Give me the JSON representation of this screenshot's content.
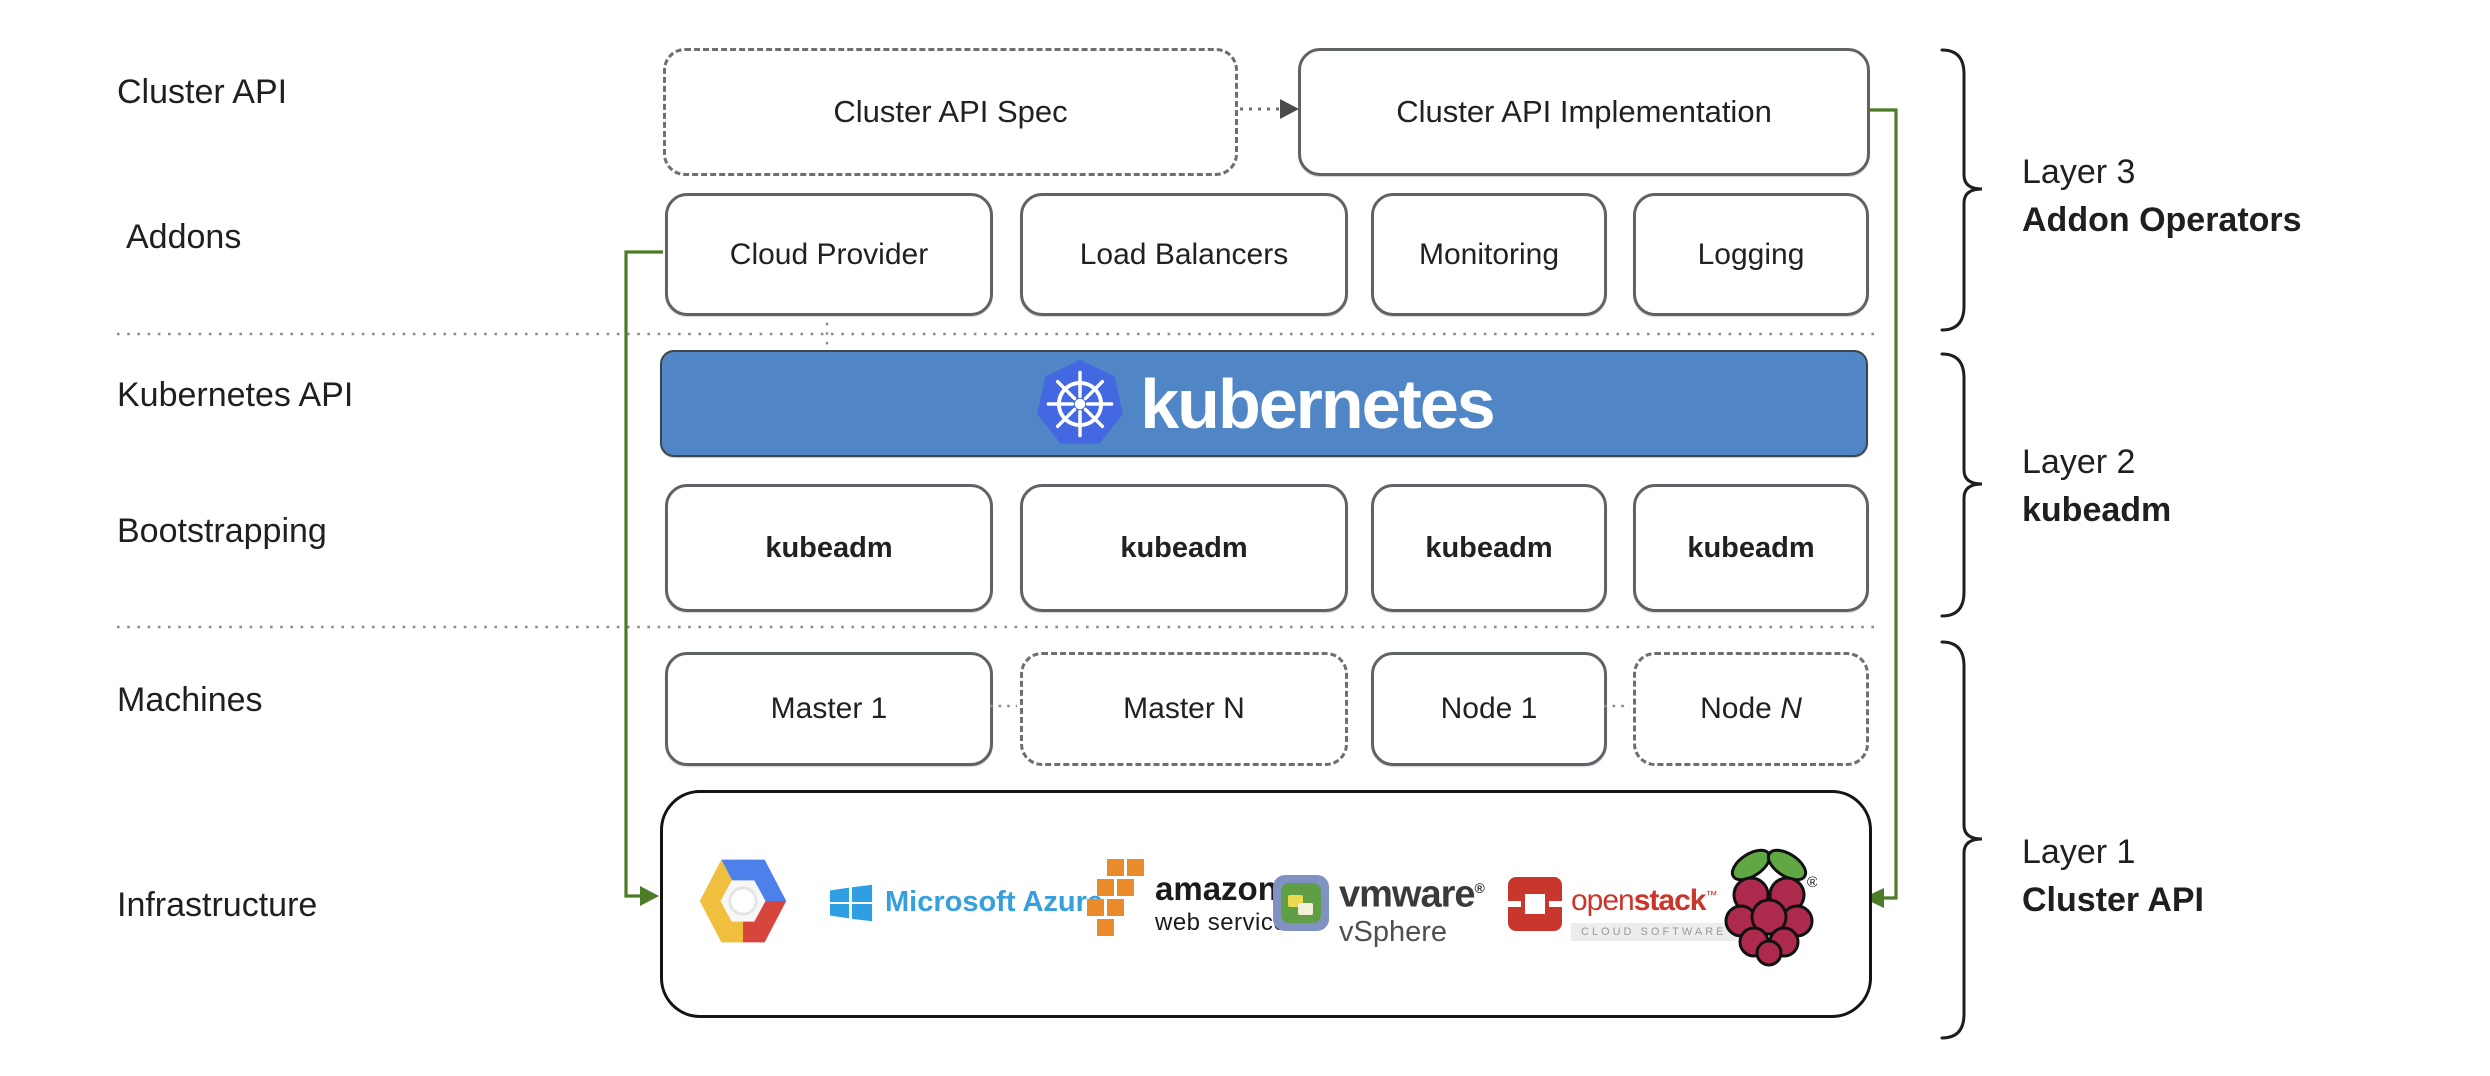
{
  "left_labels": [
    "Cluster API",
    "Addons",
    "Kubernetes API",
    "Bootstrapping",
    "Machines",
    "Infrastructure"
  ],
  "cluster_api_row": {
    "spec_label": "Cluster API Spec",
    "implementation_label": "Cluster API Implementation"
  },
  "addons": [
    "Cloud Provider",
    "Load Balancers",
    "Monitoring",
    "Logging"
  ],
  "banner": {
    "text": "kubernetes",
    "logo": "kubernetes-wheel-icon"
  },
  "kubeadm_label": "kubeadm",
  "machines": {
    "master1": "Master 1",
    "masterN": "Master N",
    "node1": "Node 1",
    "nodeN_prefix": "Node",
    "nodeN_n": "N"
  },
  "infrastructure_logos": {
    "gcp": "Google Cloud Platform",
    "azure_text": "Microsoft Azure",
    "aws_line1": "amazon",
    "aws_line2": "web services",
    "vmware_line1": "vmware",
    "vmware_reg": "®",
    "vmware_line2": "vSphere",
    "openstack_light": "open",
    "openstack_bold": "stack",
    "openstack_tm": "™",
    "openstack_sub": "CLOUD SOFTWARE",
    "raspberry_reg": "®"
  },
  "layers": [
    {
      "line1": "Layer 3",
      "line2": "Addon Operators"
    },
    {
      "line1": "Layer 2",
      "line2": "kubeadm"
    },
    {
      "line1": "Layer 1",
      "line2": "Cluster API"
    }
  ],
  "colors": {
    "arrow_green": "#4E7C26",
    "banner_blue": "#5086C6",
    "k8s_logo_blue": "#4368E1",
    "azure_blue": "#35A0DC",
    "aws_orange": "#E98A2B",
    "gcp_blue": "#4E80EC",
    "gcp_red": "#D7453C",
    "gcp_yellow": "#F0BF3E",
    "vmware_green": "#5F9E45",
    "openstack_red": "#C9362C",
    "raspberry_crimson": "#AE2A4D",
    "leaf_green": "#61A744",
    "box_border_gray": "#5f6368"
  }
}
